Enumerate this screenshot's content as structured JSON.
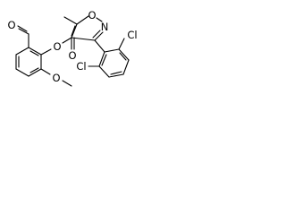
{
  "molecule": {
    "atom_labels": {
      "aldehyde_oxygen": "O",
      "ester_carbonyl_oxygen": "O",
      "ester_ring_oxygen": "O",
      "methoxy_oxygen": "O",
      "isoxazole_oxygen": "O",
      "isoxazole_nitrogen": "N",
      "chlorine_top": "Cl",
      "chlorine_bottom": "Cl"
    },
    "colors": {
      "ink": "#000000",
      "background": "#ffffff"
    }
  }
}
